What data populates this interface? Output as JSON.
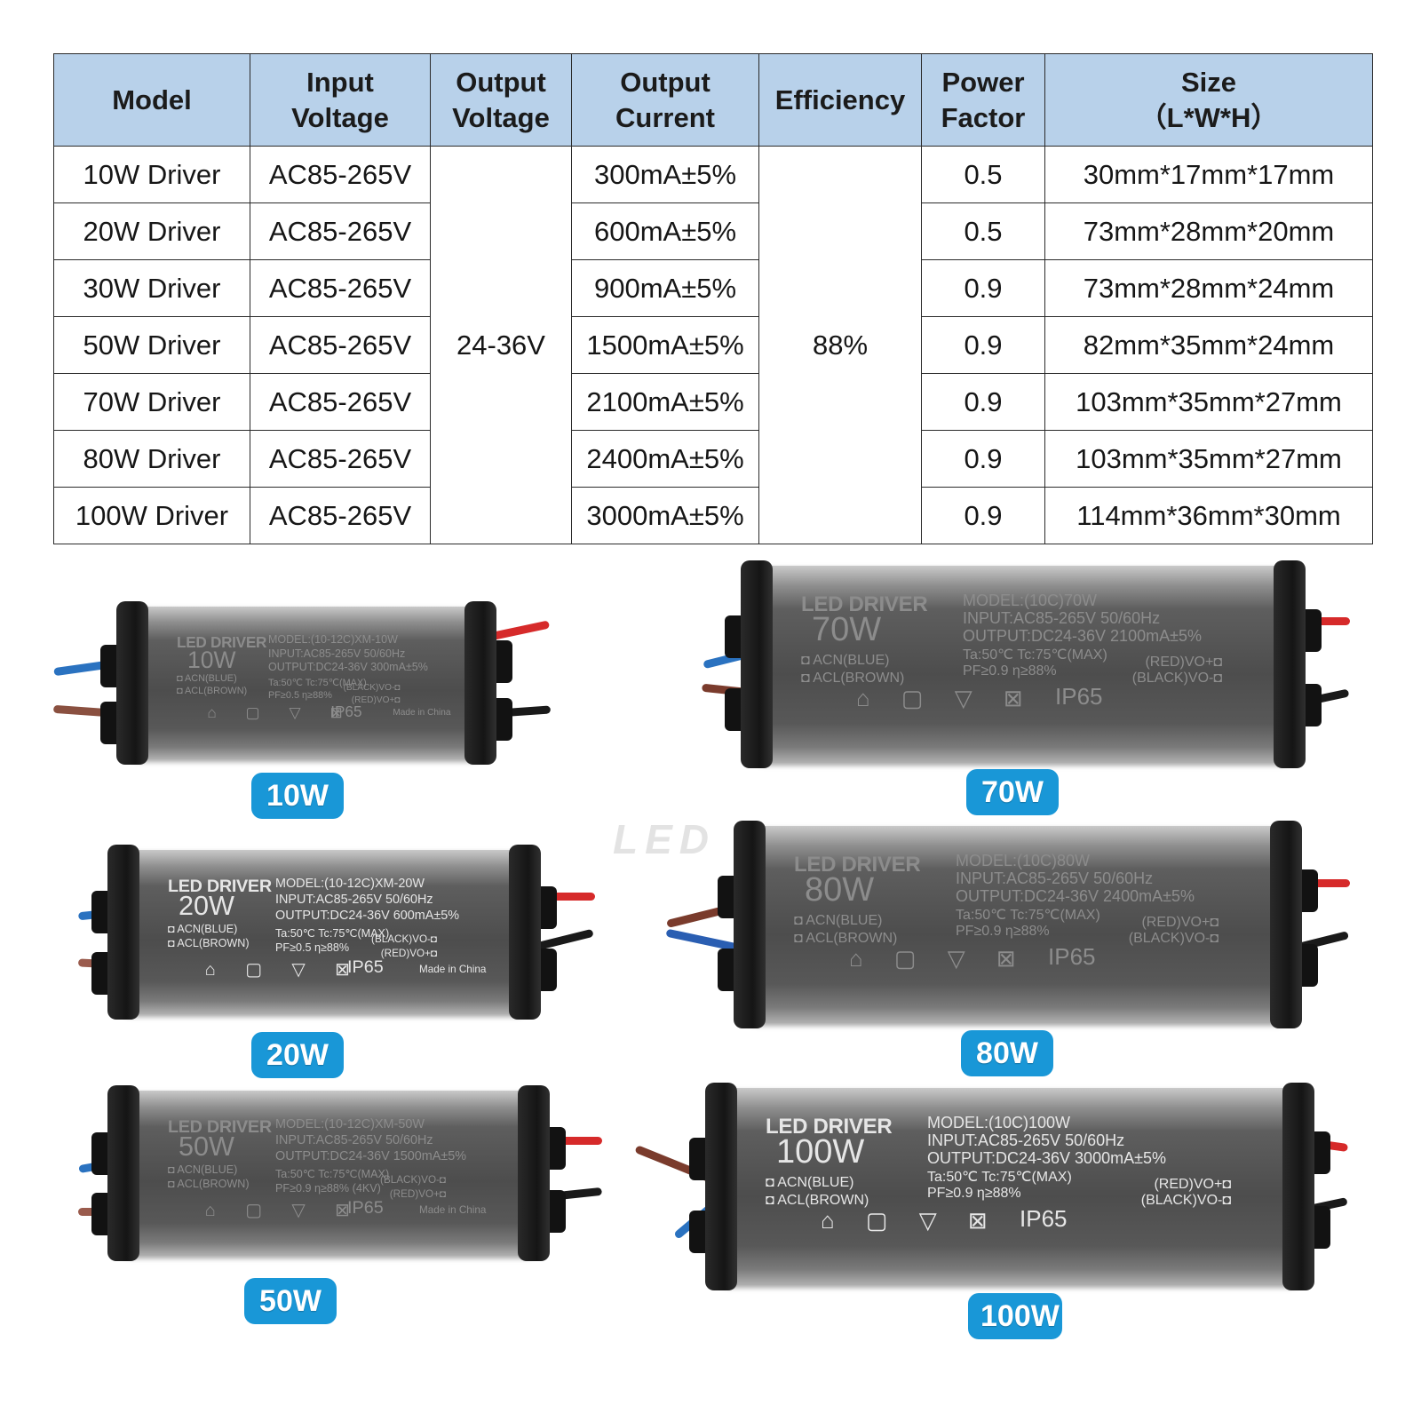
{
  "table": {
    "headers": [
      [
        "Model"
      ],
      [
        "Input",
        "Voltage"
      ],
      [
        "Output",
        "Voltage"
      ],
      [
        "Output",
        "Current"
      ],
      [
        "Efficiency"
      ],
      [
        "Power",
        "Factor"
      ],
      [
        "Size",
        "（L*W*H）"
      ]
    ],
    "shared_output_voltage": "24-36V",
    "shared_efficiency": "88%",
    "rows": [
      {
        "model": "10W Driver",
        "input": "AC85-265V",
        "current": "300mA±5%",
        "pf": "0.5",
        "size": "30mm*17mm*17mm"
      },
      {
        "model": "20W Driver",
        "input": "AC85-265V",
        "current": "600mA±5%",
        "pf": "0.5",
        "size": "73mm*28mm*20mm"
      },
      {
        "model": "30W Driver",
        "input": "AC85-265V",
        "current": "900mA±5%",
        "pf": "0.9",
        "size": "73mm*28mm*24mm"
      },
      {
        "model": "50W Driver",
        "input": "AC85-265V",
        "current": "1500mA±5%",
        "pf": "0.9",
        "size": "82mm*35mm*24mm"
      },
      {
        "model": "70W Driver",
        "input": "AC85-265V",
        "current": "2100mA±5%",
        "pf": "0.9",
        "size": "103mm*35mm*27mm"
      },
      {
        "model": "80W Driver",
        "input": "AC85-265V",
        "current": "2400mA±5%",
        "pf": "0.9",
        "size": "103mm*35mm*27mm"
      },
      {
        "model": "100W Driver",
        "input": "AC85-265V",
        "current": "3000mA±5%",
        "pf": "0.9",
        "size": "114mm*36mm*30mm"
      }
    ]
  },
  "watermark": "LED",
  "products": [
    {
      "id": "10w",
      "badge": "10W",
      "drv": "LED DRIVER",
      "watt": "10W",
      "model": "MODEL:(10-12C)XM-10W",
      "input": "INPUT:AC85-265V 50/60Hz",
      "output": "OUTPUT:DC24-36V 300mA±5%",
      "temp": "Ta:50℃   Tc:75℃(MAX)",
      "pf": "PF≥0.5   η≥88%",
      "acn": "◘ ACN(BLUE)",
      "acl": "◘ ACL(BROWN)",
      "r1": "(BLACK)VO-◘",
      "r2": "(RED)VO+◘",
      "icons": "⌂ ▢ ▽ ⊠",
      "ip": "IP65",
      "mic": "Made in China"
    },
    {
      "id": "20w",
      "badge": "20W",
      "drv": "LED DRIVER",
      "watt": "20W",
      "model": "MODEL:(10-12C)XM-20W",
      "input": "INPUT:AC85-265V 50/60Hz",
      "output": "OUTPUT:DC24-36V 600mA±5%",
      "temp": "Ta:50℃   Tc:75℃(MAX)",
      "pf": "PF≥0.5   η≥88%",
      "acn": "◘ ACN(BLUE)",
      "acl": "◘ ACL(BROWN)",
      "r1": "(BLACK)VO-◘",
      "r2": "(RED)VO+◘",
      "icons": "⌂ ▢ ▽ ⊠",
      "ip": "IP65",
      "mic": "Made in China"
    },
    {
      "id": "50w",
      "badge": "50W",
      "drv": "LED DRIVER",
      "watt": "50W",
      "model": "MODEL:(10-12C)XM-50W",
      "input": "INPUT:AC85-265V 50/60Hz",
      "output": "OUTPUT:DC24-36V 1500mA±5%",
      "temp": "Ta:50℃   Tc:75℃(MAX)",
      "pf": "PF≥0.9   η≥88%   (4KV)",
      "acn": "◘ ACN(BLUE)",
      "acl": "◘ ACL(BROWN)",
      "r1": "(BLACK)VO-◘",
      "r2": "(RED)VO+◘",
      "icons": "⌂ ▢ ▽ ⊠",
      "ip": "IP65",
      "mic": "Made in China"
    },
    {
      "id": "70w",
      "badge": "70W",
      "drv": "LED DRIVER",
      "watt": "70W",
      "model": "MODEL:(10C)70W",
      "input": "INPUT:AC85-265V 50/60Hz",
      "output": "OUTPUT:DC24-36V 2100mA±5%",
      "temp": "Ta:50℃     Tc:75℃(MAX)",
      "pf": "PF≥0.9     η≥88%",
      "acn": "◘ ACN(BLUE)",
      "acl": "◘ ACL(BROWN)",
      "r1": "(RED)VO+◘",
      "r2": "(BLACK)VO-◘",
      "icons": "⌂ ▢ ▽ ⊠",
      "ip": "IP65",
      "mic": ""
    },
    {
      "id": "80w",
      "badge": "80W",
      "drv": "LED DRIVER",
      "watt": "80W",
      "model": "MODEL:(10C)80W",
      "input": "INPUT:AC85-265V 50/60Hz",
      "output": "OUTPUT:DC24-36V 2400mA±5%",
      "temp": "Ta:50℃     Tc:75℃(MAX)",
      "pf": "PF≥0.9     η≥88%",
      "acn": "◘ ACN(BLUE)",
      "acl": "◘ ACL(BROWN)",
      "r1": "(RED)VO+◘",
      "r2": "(BLACK)VO-◘",
      "icons": "⌂ ▢ ▽ ⊠",
      "ip": "IP65",
      "mic": ""
    },
    {
      "id": "100w",
      "badge": "100W",
      "drv": "LED DRIVER",
      "watt": "100W",
      "model": "MODEL:(10C)100W",
      "input": "INPUT:AC85-265V 50/60Hz",
      "output": "OUTPUT:DC24-36V 3000mA±5%",
      "temp": "Ta:50℃     Tc:75℃(MAX)",
      "pf": "PF≥0.9     η≥88%",
      "acn": "◘ ACN(BLUE)",
      "acl": "◘ ACL(BROWN)",
      "r1": "(RED)VO+◘",
      "r2": "(BLACK)VO-◘",
      "icons": "⌂ ▢ ▽ ⊠",
      "ip": "IP65",
      "mic": ""
    }
  ]
}
